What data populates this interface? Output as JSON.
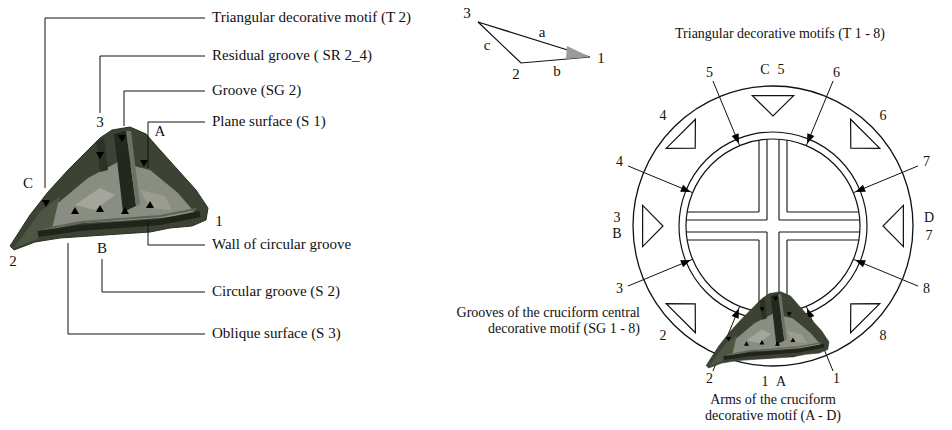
{
  "diagram": {
    "labels": [
      "Triangular decorative motif (T 2)",
      "Residual groove ( SR 2_4)",
      "Groove (SG 2)",
      "Plane surface (S 1)",
      "C",
      "3",
      "A",
      "1",
      "2",
      "B",
      "Wall of circular groove",
      "Circular groove (S 2)",
      "Oblique surface (S 3)",
      "3",
      "a",
      "c",
      "2",
      "b",
      "1",
      "Triangular decorative motifs (T 1 - 8)",
      "5",
      "C",
      "5",
      "6",
      "4",
      "6",
      "4",
      "7",
      "B",
      "3",
      "7",
      "D",
      "3",
      "8",
      "Grooves of the cruciform central decorative motif (SG 1 - 8)",
      "2",
      "8",
      "2",
      "1",
      "1",
      "A",
      "Arms of the cruciform decorative motif (A - D)"
    ]
  }
}
